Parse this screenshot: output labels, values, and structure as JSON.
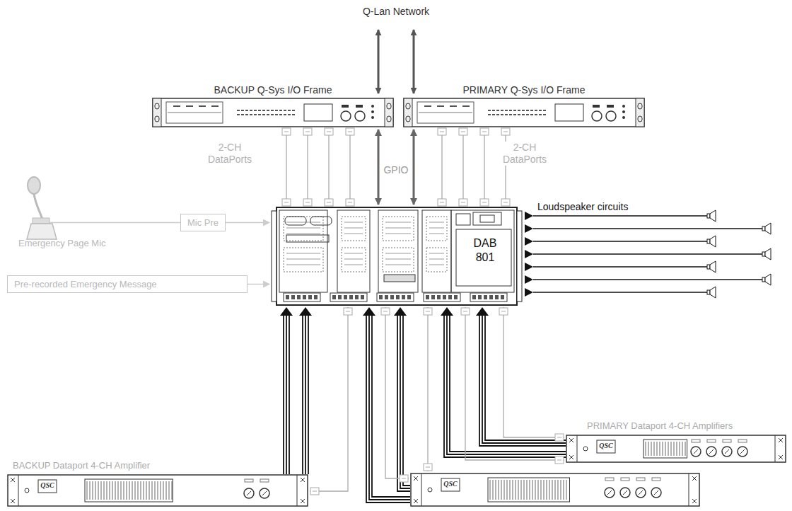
{
  "diagram": {
    "nodes": [
      {
        "text": [
          "BACKUP Q-Sys I/O Frame"
        ]
      },
      {
        "text": [
          "PRIMARY Q-Sys I/O Frame"
        ]
      },
      {
        "text": [
          "Emergency Page Mic"
        ]
      },
      {
        "text": [
          "Mic Pre"
        ]
      },
      {
        "text": [
          "Pre-recorded Emergency Message"
        ]
      },
      {
        "text": [
          "DAB 801"
        ]
      },
      {
        "text": [
          "BACKUP Dataport 4-CH Amplifier",
          "QSC"
        ]
      },
      {
        "text": [
          "PRIMARY Dataport 4-CH Amplifiers",
          "QSC"
        ]
      },
      {
        "text": [
          "QSC"
        ]
      }
    ],
    "edges": [
      {
        "from": 0,
        "to": 5,
        "arrow": "none"
      },
      {
        "from": 1,
        "to": 5,
        "arrow": "none"
      },
      {
        "from": 0,
        "to": 5,
        "arrow": "both"
      },
      {
        "from": 1,
        "to": 5,
        "arrow": "both"
      },
      {
        "from": 2,
        "to": 3,
        "arrow": "none"
      },
      {
        "from": 3,
        "to": 5,
        "arrow": "to"
      },
      {
        "from": 4,
        "to": 5,
        "arrow": "to"
      },
      {
        "from": 6,
        "to": 5,
        "arrow": "to"
      },
      {
        "from": 5,
        "to": 6,
        "arrow": "none"
      },
      {
        "from": 8,
        "to": 5,
        "arrow": "to"
      },
      {
        "from": 5,
        "to": 8,
        "arrow": "none"
      },
      {
        "from": 7,
        "to": 5,
        "arrow": "to"
      },
      {
        "from": 5,
        "to": 7,
        "arrow": "none"
      }
    ],
    "labels": [
      "Q-Lan Network",
      "2-CH DataPorts",
      "2-CH DataPorts",
      "GPIO",
      "Loudspeaker circuits"
    ]
  }
}
